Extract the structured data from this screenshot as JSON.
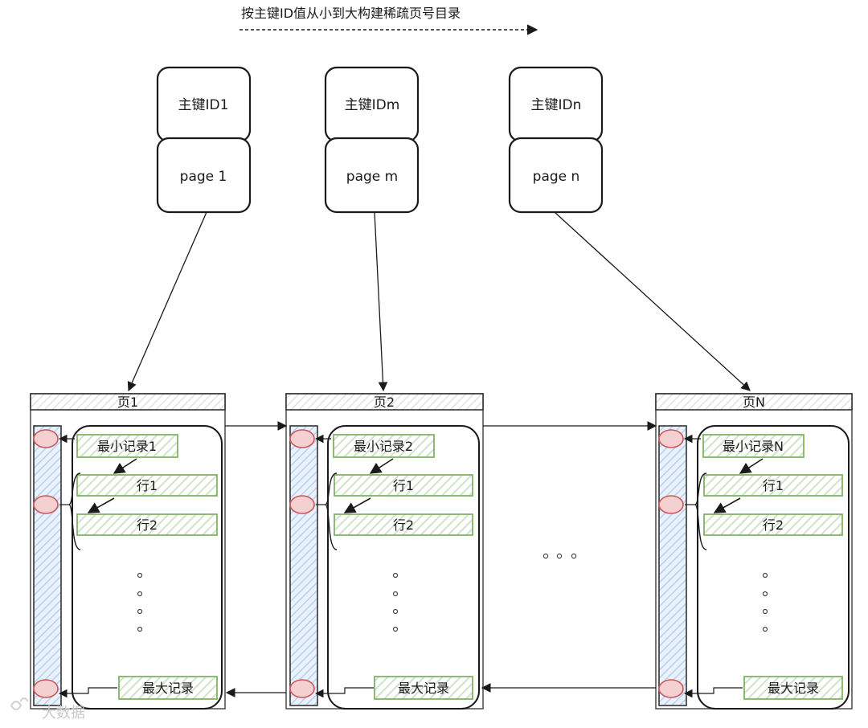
{
  "header": {
    "title": "按主键ID值从小到大构建稀疏页号目录"
  },
  "directory": [
    {
      "key": "主键ID1",
      "page": "page 1"
    },
    {
      "key": "主键IDm",
      "page": "page m"
    },
    {
      "key": "主键IDn",
      "page": "page n"
    }
  ],
  "pages": [
    {
      "title": "页1",
      "min_record": "最小记录1",
      "row1": "行1",
      "row2": "行2",
      "max_record": "最大记录"
    },
    {
      "title": "页2",
      "min_record": "最小记录2",
      "row1": "行1",
      "row2": "行2",
      "max_record": "最大记录"
    },
    {
      "title": "页N",
      "min_record": "最小记录N",
      "row1": "行1",
      "row2": "行2",
      "max_record": "最大记录"
    }
  ],
  "between_dots": "。。。",
  "watermark": "大数据",
  "colors": {
    "stroke": "#1a1a1a",
    "record_stroke": "#82b366",
    "record_hatch": "#d5e8d4",
    "slot_hatch": "#b9d0ee",
    "slot_circle": "#e07a7a",
    "title_hatch": "#d8d8d8"
  }
}
